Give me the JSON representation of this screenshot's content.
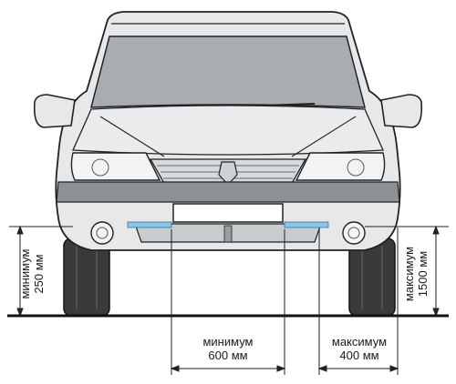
{
  "dimensions": {
    "ground_clearance": {
      "line1": "минимум",
      "line2": "250 мм"
    },
    "light_height": {
      "line1": "максимум",
      "line2": "1500 мм"
    },
    "center_distance": {
      "line1": "минимум",
      "line2": "600 мм"
    },
    "edge_distance": {
      "line1": "максимум",
      "line2": "400 мм"
    }
  },
  "colors": {
    "outline": "#222222",
    "body": "#e6e8ea",
    "glass": "#a9adb1",
    "bumper_strip": "#8d9195",
    "tire": "#333333",
    "lamp_accent": "#8ec6ea"
  }
}
